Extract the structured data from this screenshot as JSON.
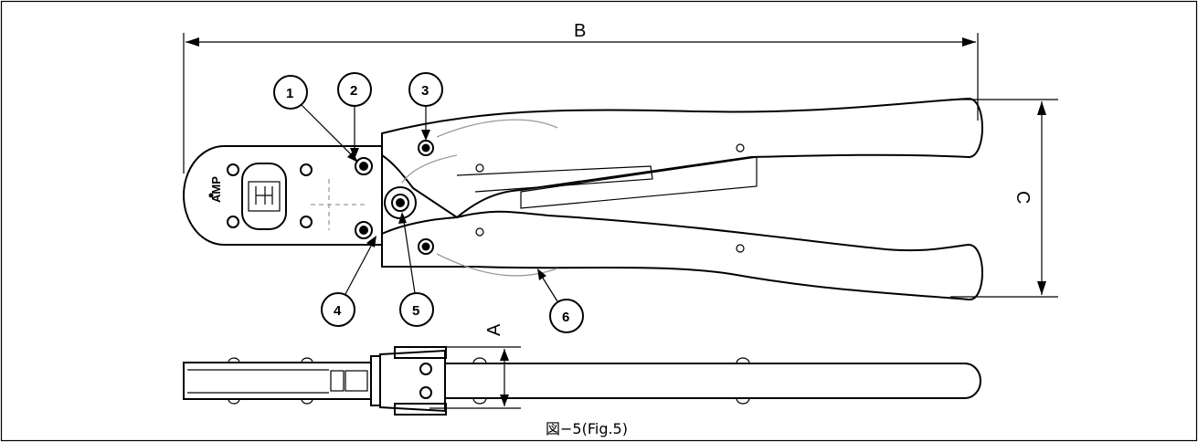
{
  "figure": {
    "dimensions": {
      "a": "A",
      "b": "B",
      "c": "C"
    },
    "callouts": [
      "1",
      "2",
      "3",
      "4",
      "5",
      "6"
    ],
    "logo": "AMP",
    "caption": "図−5(Fig.5)"
  }
}
